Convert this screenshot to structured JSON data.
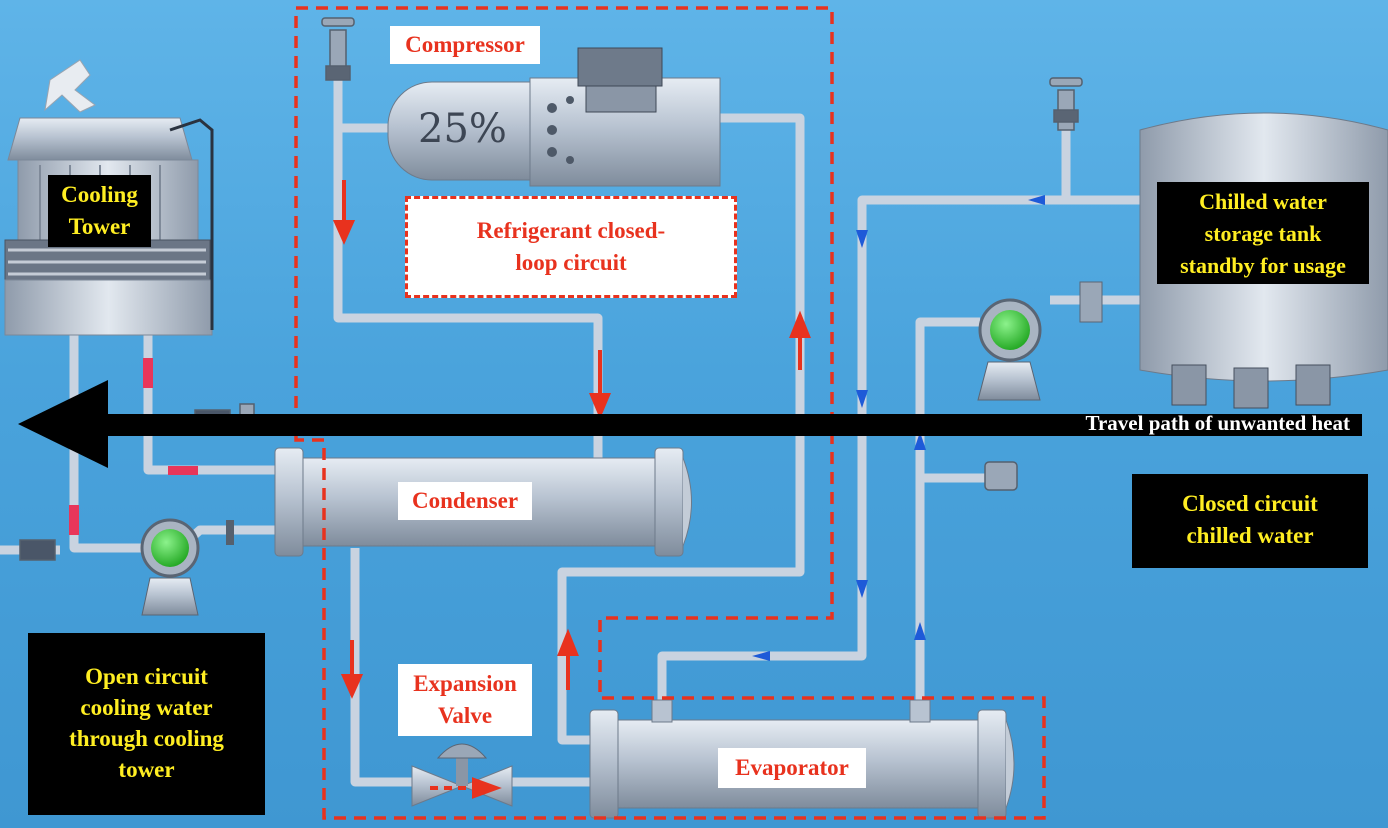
{
  "labels": {
    "compressor": "Compressor",
    "compressor_capacity": "25%",
    "refrigerant_circuit": "Refrigerant closed-loop circuit",
    "cooling_tower": "Cooling Tower",
    "condenser": "Condenser",
    "expansion_valve": "Expansion Valve",
    "evaporator": "Evaporator",
    "chilled_water_tank": "Chilled water storage tank standby for usage",
    "heat_path": "Travel path of unwanted heat",
    "closed_chilled": "Closed circuit chilled water",
    "open_cooling": "Open circuit cooling water through cooling tower"
  },
  "colors": {
    "background": "#4aa3dc",
    "pipe": "#c9d3e0",
    "refrigerant_flow": "#e8321e",
    "chilled_flow": "#1e5ad8",
    "cooling_flow": "#e8365a",
    "heat_arrow": "#000000",
    "label_yellow": "#ffee22",
    "pump_green": "#3ed13e"
  },
  "icons": [
    "cooling-tower-icon",
    "compressor-icon",
    "condenser-icon",
    "evaporator-icon",
    "expansion-valve-icon",
    "pump-icon",
    "storage-tank-icon",
    "gauge-icon"
  ]
}
